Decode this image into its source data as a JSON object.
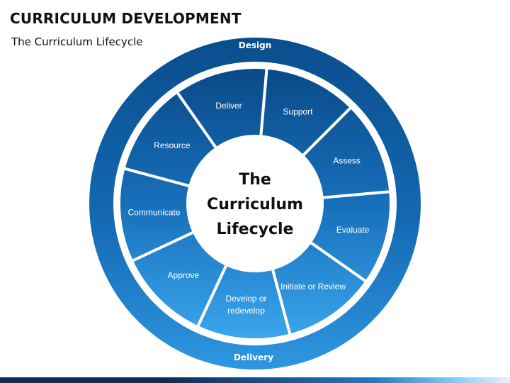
{
  "header": {
    "title": "CURRICULUM DEVELOPMENT",
    "subtitle": "The Curriculum Lifecycle"
  },
  "diagram": {
    "center_lines": [
      "The",
      "Curriculum",
      "Lifecycle"
    ],
    "outer_top_label": "Design",
    "outer_bottom_label": "Delivery",
    "segments": [
      {
        "lines": [
          "Communicate"
        ]
      },
      {
        "lines": [
          "Resource"
        ]
      },
      {
        "lines": [
          "Deliver"
        ]
      },
      {
        "lines": [
          "Support"
        ]
      },
      {
        "lines": [
          "Assess"
        ]
      },
      {
        "lines": [
          "Evaluate"
        ]
      },
      {
        "lines": [
          "Initiate or Review"
        ]
      },
      {
        "lines": [
          "Develop or",
          "redevelop"
        ]
      },
      {
        "lines": [
          "Approve"
        ]
      }
    ]
  },
  "colors": {
    "dark_blue": "#0a4d8c",
    "mid_blue": "#1a7dc8",
    "light_blue": "#3aa6ec",
    "divider": "#ffffff",
    "footer_dark": "#0b2c57",
    "footer_light": "#6cc3f2"
  }
}
